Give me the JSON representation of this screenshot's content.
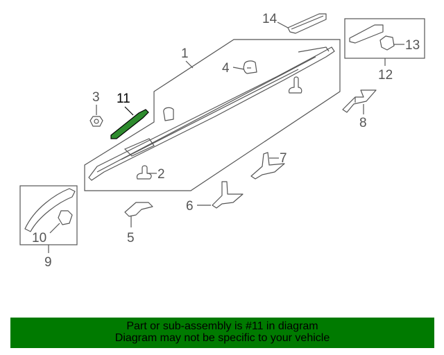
{
  "diagram": {
    "callouts": {
      "c1": "1",
      "c2": "2",
      "c3": "3",
      "c4": "4",
      "c5": "5",
      "c6": "6",
      "c7": "7",
      "c8": "8",
      "c9": "9",
      "c10": "10",
      "c11": "11",
      "c12": "12",
      "c13": "13",
      "c14": "14"
    },
    "highlight_color": "#2e8b2e"
  },
  "banner": {
    "line1": "Part or sub-assembly is #11 in diagram",
    "line2": "Diagram may not be specific to your vehicle",
    "background": "#007a00"
  }
}
